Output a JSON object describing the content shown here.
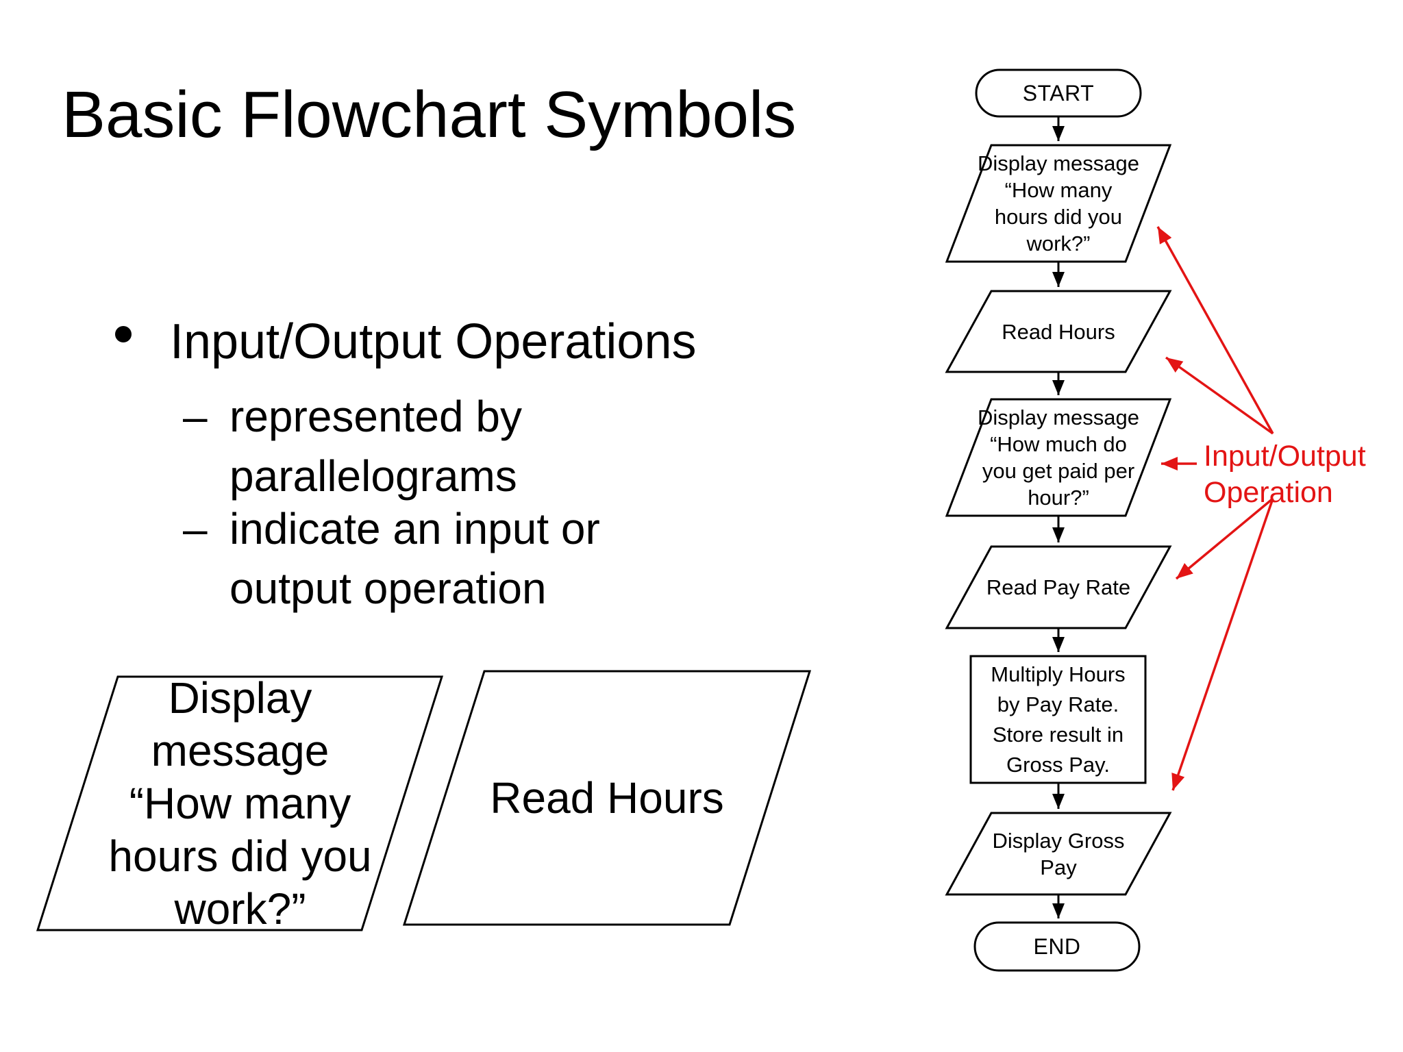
{
  "slide": {
    "title": "Basic Flowchart Symbols",
    "bullet": {
      "marker": "•",
      "text": "Input/Output Operations"
    },
    "sub_bullets": [
      {
        "marker": "–",
        "lines": [
          "represented by",
          "parallelograms"
        ]
      },
      {
        "marker": "–",
        "lines": [
          "indicate an input or",
          "output operation"
        ]
      }
    ]
  },
  "examples": {
    "display_message": {
      "lines": [
        "Display message",
        "“How many",
        "hours did you",
        "work?”"
      ]
    },
    "read_hours": {
      "lines": [
        "Read Hours"
      ]
    }
  },
  "flowchart": {
    "start_label": "START",
    "end_label": "END",
    "nodes": [
      {
        "shape": "parallelogram",
        "lines": [
          "Display message",
          "“How many",
          "hours did you",
          "work?”"
        ]
      },
      {
        "shape": "parallelogram",
        "lines": [
          "Read Hours"
        ]
      },
      {
        "shape": "parallelogram",
        "lines": [
          "Display message",
          "“How much do",
          "you get paid per",
          "hour?”"
        ]
      },
      {
        "shape": "parallelogram",
        "lines": [
          "Read Pay Rate"
        ]
      },
      {
        "shape": "rectangle",
        "lines": [
          "Multiply Hours",
          "by Pay Rate.",
          "Store result in",
          "Gross Pay."
        ]
      },
      {
        "shape": "parallelogram",
        "lines": [
          "Display Gross",
          "Pay"
        ]
      }
    ]
  },
  "annotation": {
    "lines": [
      "Input/Output",
      "Operation"
    ],
    "color": "#e31414"
  },
  "colors": {
    "background": "#ffffff",
    "ink": "#000000"
  }
}
